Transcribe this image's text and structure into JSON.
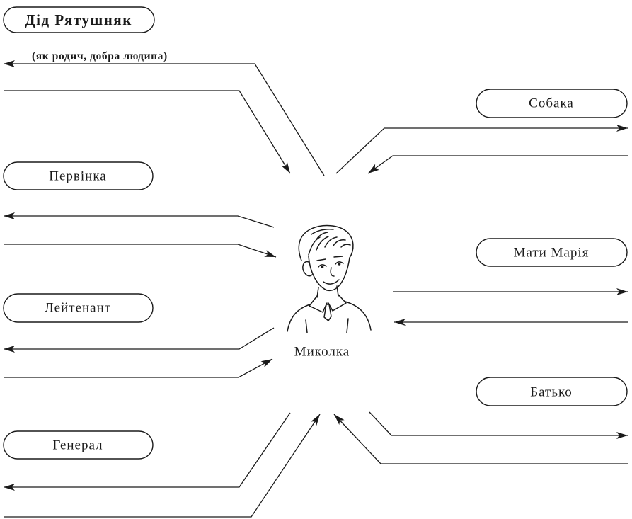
{
  "diagram": {
    "center": {
      "name": "Миколка"
    },
    "nodes": [
      {
        "label": "Дід Рятушняк"
      },
      {
        "label": "Собака"
      },
      {
        "label": "Первінка"
      },
      {
        "label": "Мати Марія"
      },
      {
        "label": "Лейтенант"
      },
      {
        "label": "Батько"
      },
      {
        "label": "Генерал"
      }
    ],
    "annotations": [
      {
        "text": "(як родич, добра людина)"
      }
    ]
  },
  "colors": {
    "line": "#1a1a1a",
    "background": "#ffffff"
  }
}
